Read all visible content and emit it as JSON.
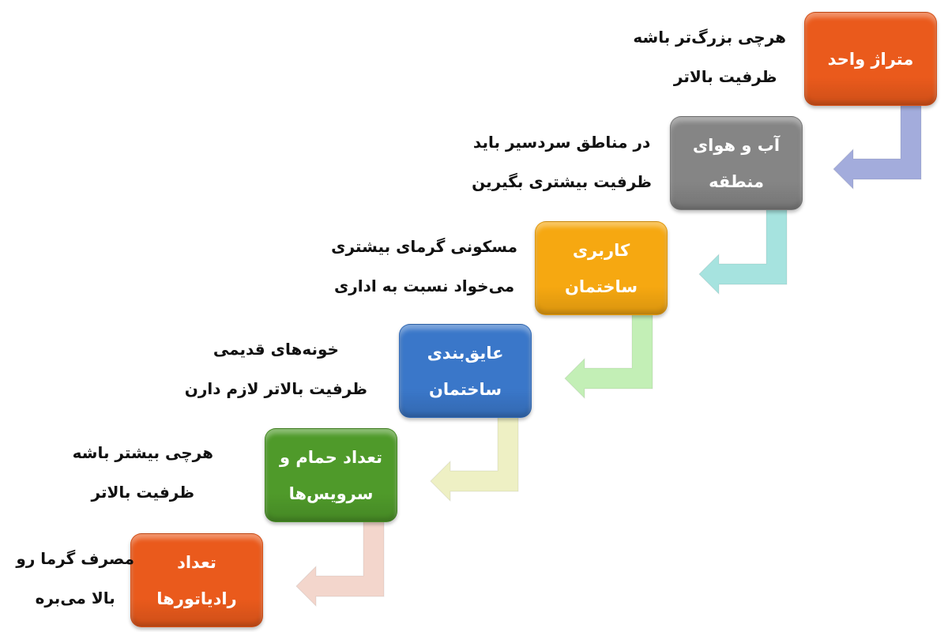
{
  "steps": [
    {
      "title_lines": [
        "متراژ واحد"
      ],
      "note_lines": [
        "هرچی بزرگ‌تر باشه",
        "ظرفیت بالاتر"
      ],
      "color": "#ea5a1c",
      "arrow_color": "#a3acdc"
    },
    {
      "title_lines": [
        "آب و هوای",
        "منطقه"
      ],
      "note_lines": [
        "در مناطق سردسیر باید",
        "ظرفیت بیشتری بگیرین"
      ],
      "color": "#858585",
      "arrow_color": "#a6e3df"
    },
    {
      "title_lines": [
        "کاربری",
        "ساختمان"
      ],
      "note_lines": [
        "مسکونی گرمای بیشتری",
        "می‌خواد نسبت به اداری"
      ],
      "color": "#f6a811",
      "arrow_color": "#c3efb6"
    },
    {
      "title_lines": [
        "عایق‌بندی",
        "ساختمان"
      ],
      "note_lines": [
        "خونه‌های قدیمی",
        "ظرفیت بالاتر لازم دارن"
      ],
      "color": "#3a77c9",
      "arrow_color": "#eef0c4"
    },
    {
      "title_lines": [
        "تعداد حمام و",
        "سرویس‌ها"
      ],
      "note_lines": [
        "هرچی بیشتر باشه",
        "ظرفیت بالاتر"
      ],
      "color": "#4f9a2a",
      "arrow_color": "#f3d6cc"
    },
    {
      "title_lines": [
        "تعداد",
        "رادیاتورها"
      ],
      "note_lines": [
        "مصرف گرما رو",
        "بالا می‌بره"
      ],
      "color": "#ea5a1c",
      "arrow_color": null
    }
  ]
}
